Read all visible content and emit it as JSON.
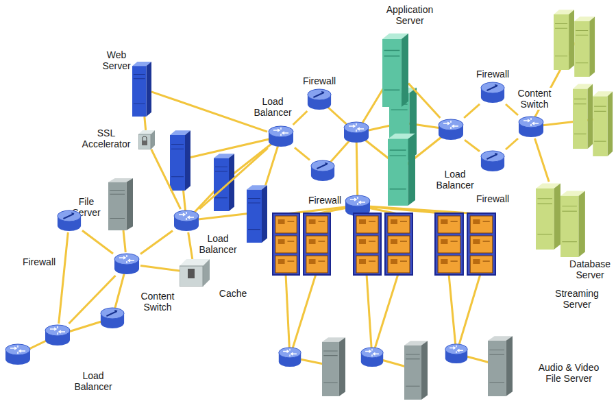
{
  "diagram": {
    "nodes": [
      {
        "text": [
          "Application Server"
        ]
      },
      {
        "text": [
          "Web Server"
        ]
      },
      {
        "text": [
          "Firewall"
        ]
      },
      {
        "text": [
          "Firewall"
        ]
      },
      {
        "text": [
          "Content Switch"
        ]
      },
      {
        "text": [
          "Load Balancer"
        ]
      },
      {
        "text": [
          "SSL Accelerator"
        ]
      },
      {
        "text": [
          "Load Balancer"
        ]
      },
      {
        "text": [
          "Firewall"
        ]
      },
      {
        "text": [
          "Firewall"
        ]
      },
      {
        "text": [
          "File Server"
        ]
      },
      {
        "text": [
          "Load Balancer"
        ]
      },
      {
        "text": [
          "Database Server"
        ]
      },
      {
        "text": [
          "Firewall"
        ]
      },
      {
        "text": [
          "Cache"
        ]
      },
      {
        "text": [
          "Streaming Server"
        ]
      },
      {
        "text": [
          "Content Switch"
        ]
      },
      {
        "text": [
          "Audio & Video File Server"
        ]
      },
      {
        "text": [
          "Load Balancer"
        ]
      }
    ],
    "edges": [
      {
        "from": 1,
        "to": 5,
        "arrow": "none"
      },
      {
        "from": 1,
        "to": 6,
        "arrow": "none"
      },
      {
        "from": 5,
        "to": 3,
        "arrow": "none"
      },
      {
        "from": 5,
        "to": 8,
        "arrow": "none"
      },
      {
        "from": 5,
        "to": 11,
        "arrow": "none"
      },
      {
        "from": 6,
        "to": 11,
        "arrow": "none"
      },
      {
        "from": 0,
        "to": 7,
        "arrow": "none"
      },
      {
        "from": 7,
        "to": 2,
        "arrow": "none"
      },
      {
        "from": 7,
        "to": 9,
        "arrow": "none"
      },
      {
        "from": 2,
        "to": 4,
        "arrow": "none"
      },
      {
        "from": 9,
        "to": 4,
        "arrow": "none"
      },
      {
        "from": 4,
        "to": 12,
        "arrow": "none"
      },
      {
        "from": 11,
        "to": 14,
        "arrow": "none"
      },
      {
        "from": 11,
        "to": 16,
        "arrow": "none"
      },
      {
        "from": 16,
        "to": 10,
        "arrow": "none"
      },
      {
        "from": 16,
        "to": 13,
        "arrow": "none"
      },
      {
        "from": 16,
        "to": 14,
        "arrow": "none"
      },
      {
        "from": 16,
        "to": 18,
        "arrow": "none"
      },
      {
        "from": 13,
        "to": 18,
        "arrow": "none"
      }
    ]
  }
}
